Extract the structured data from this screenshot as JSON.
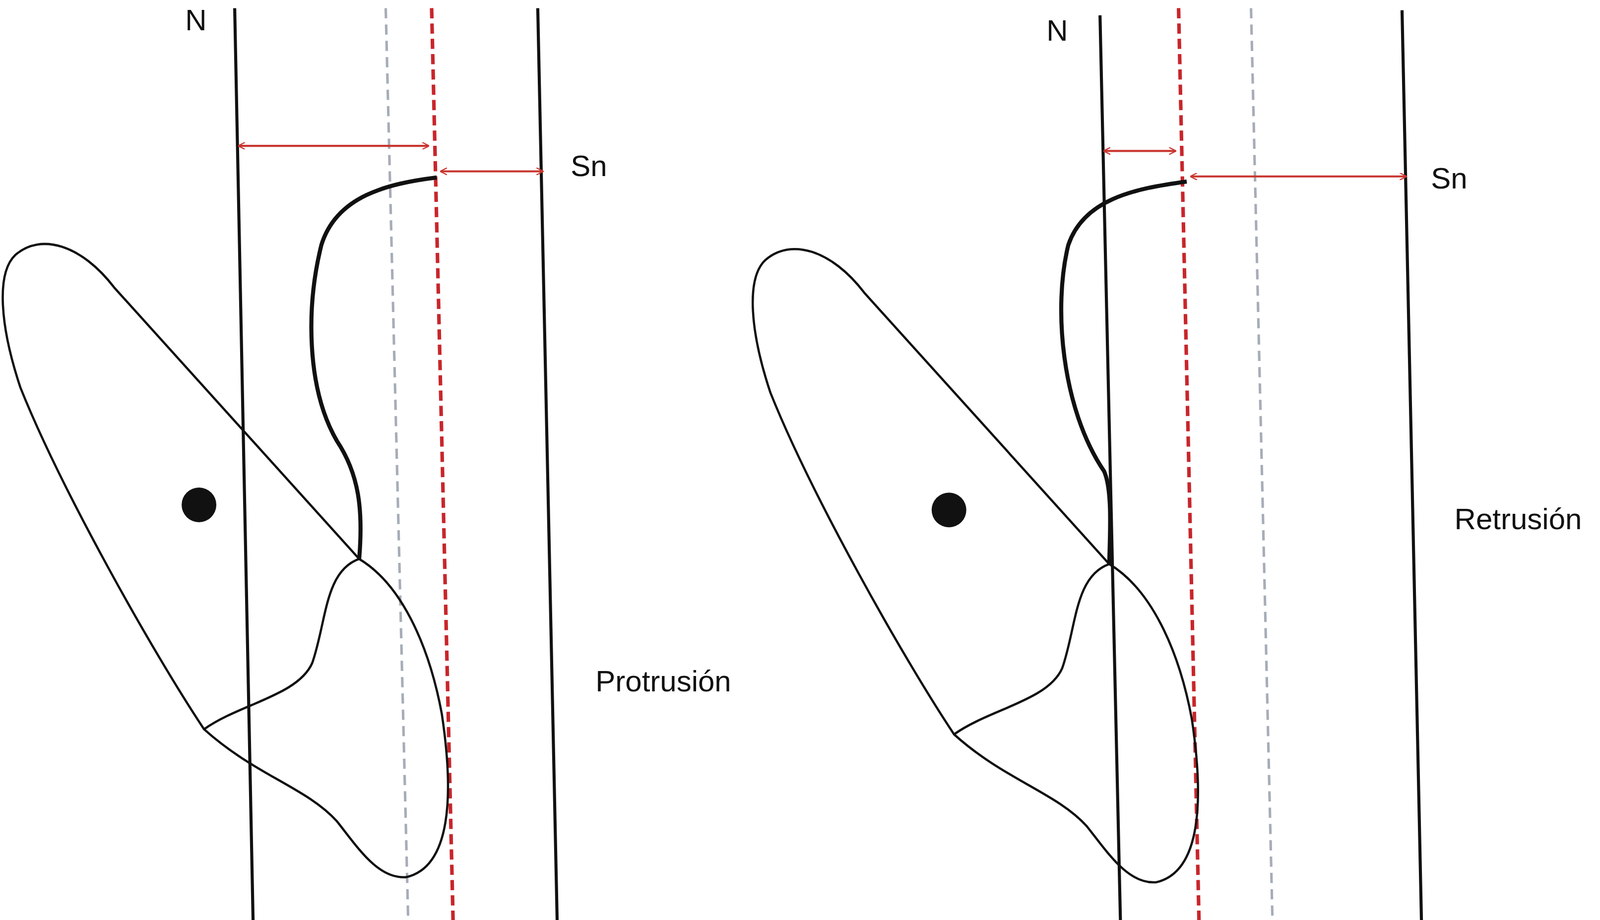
{
  "diagram": {
    "labels": [
      "N",
      "Sn",
      "Protrusión",
      "N",
      "Sn",
      "Retrusión"
    ]
  }
}
